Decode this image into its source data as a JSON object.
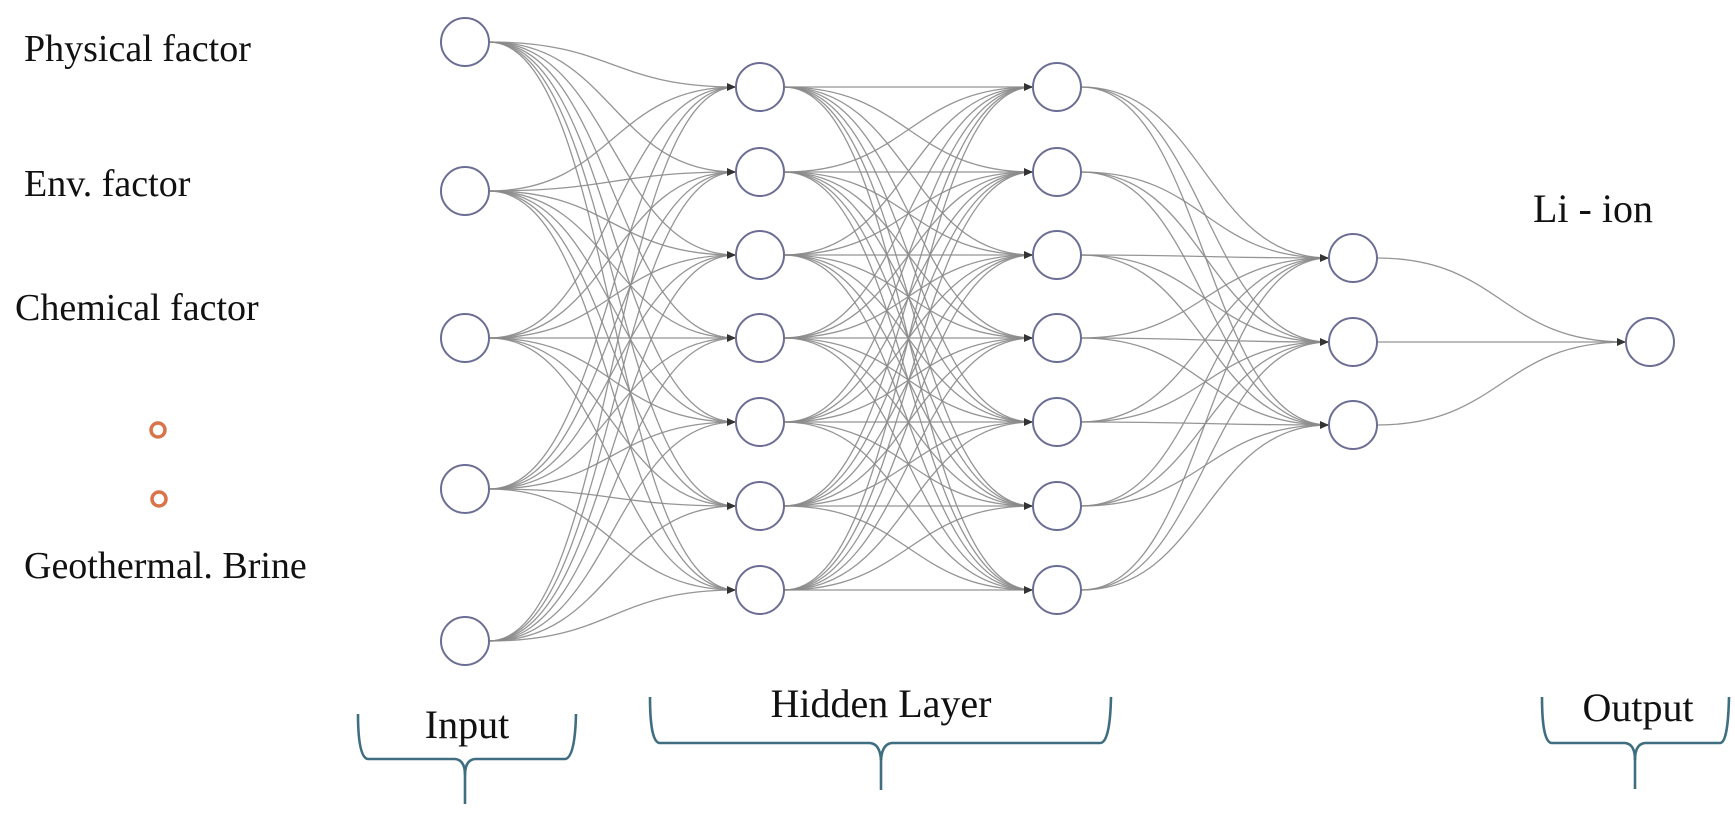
{
  "diagram": {
    "type": "neural-network",
    "input_labels": [
      "Physical factor",
      "Env. factor",
      "Chemical factor",
      "",
      "Geothermal. Brine"
    ],
    "ellipsis": {
      "count": 2,
      "color": "#d9734a"
    },
    "output_label": "Li - ion",
    "layers": [
      {
        "name": "input",
        "node_count": 5
      },
      {
        "name": "hidden-1",
        "node_count": 7
      },
      {
        "name": "hidden-2",
        "node_count": 7
      },
      {
        "name": "hidden-3",
        "node_count": 3
      },
      {
        "name": "output",
        "node_count": 1
      }
    ],
    "connectivity": "fully-connected",
    "groups": [
      {
        "label": "Input"
      },
      {
        "label": "Hidden Layer"
      },
      {
        "label": "Output"
      }
    ],
    "colors": {
      "node_stroke": "#6b6d94",
      "edge": "#8a8a8a",
      "bracket": "#3f6e80",
      "text": "#111111"
    }
  }
}
